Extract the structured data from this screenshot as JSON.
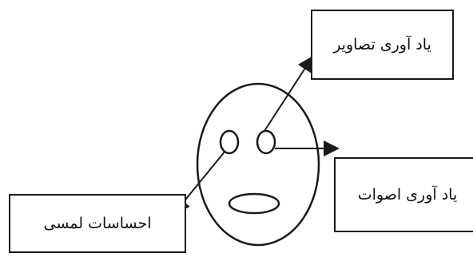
{
  "diagram": {
    "boxes": {
      "images_recall": "یاد آوری تصاویر",
      "sounds_recall": "یاد آوری اصوات",
      "touch_senses": "احساسات لمسی"
    },
    "colors": {
      "stroke": "#1a1a1a",
      "background": "#ffffff"
    }
  }
}
